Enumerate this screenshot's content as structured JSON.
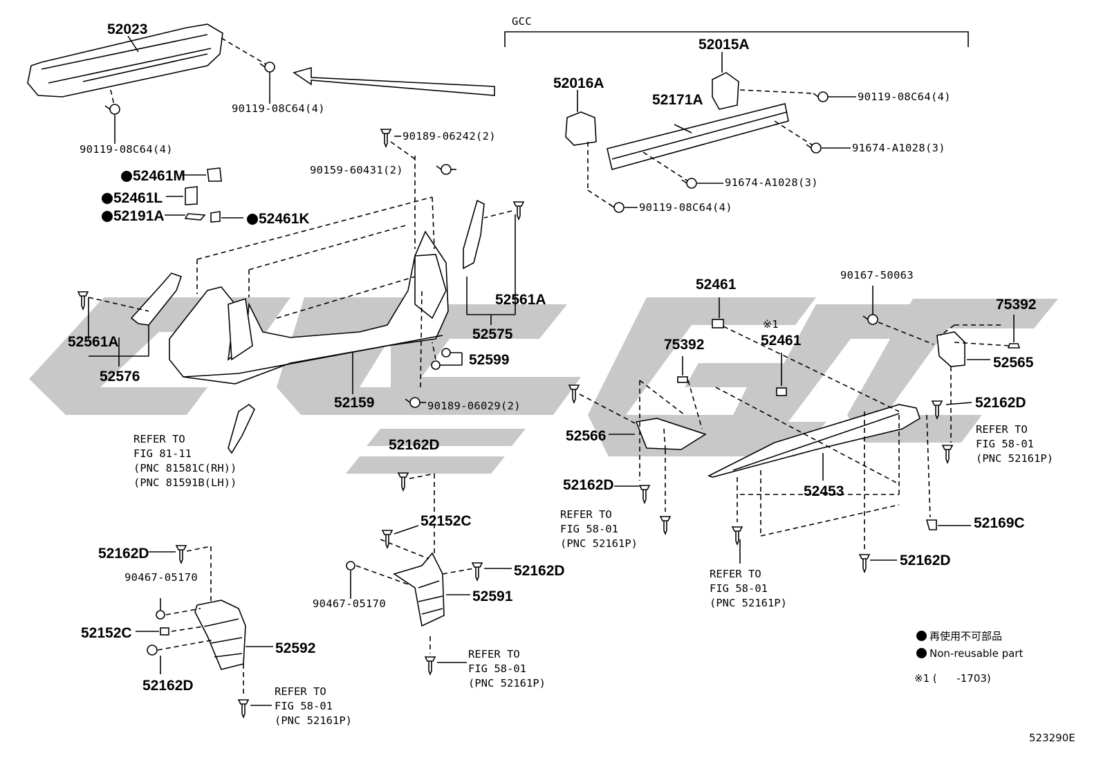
{
  "group": {
    "name": "GCC"
  },
  "parts": [
    {
      "id": "p1",
      "text": "52023"
    },
    {
      "id": "p2",
      "text": "90119-08C64(4)"
    },
    {
      "id": "p3",
      "text": "90119-08C64(4)"
    },
    {
      "id": "p4",
      "text": "52015A"
    },
    {
      "id": "p5",
      "text": "52016A"
    },
    {
      "id": "p6",
      "text": "52171A"
    },
    {
      "id": "p7",
      "text": "90119-08C64(4)"
    },
    {
      "id": "p8",
      "text": "91674-A1028(3)"
    },
    {
      "id": "p9",
      "text": "91674-A1028(3)"
    },
    {
      "id": "p10",
      "text": "90119-08C64(4)"
    },
    {
      "id": "p11",
      "text": "90189-06242(2)"
    },
    {
      "id": "p12",
      "text": "90159-60431(2)"
    },
    {
      "id": "p13",
      "text": "52461M",
      "dot": true
    },
    {
      "id": "p14",
      "text": "52461L",
      "dot": true
    },
    {
      "id": "p15",
      "text": "52191A",
      "dot": true
    },
    {
      "id": "p16",
      "text": "52461K",
      "dot": true
    },
    {
      "id": "p17",
      "text": "52561A"
    },
    {
      "id": "p18",
      "text": "52561A"
    },
    {
      "id": "p19",
      "text": "52575"
    },
    {
      "id": "p20",
      "text": "52576"
    },
    {
      "id": "p21",
      "text": "52599"
    },
    {
      "id": "p22",
      "text": "52159"
    },
    {
      "id": "p23",
      "text": "90189-06029(2)"
    },
    {
      "id": "p24",
      "text": "52162D"
    },
    {
      "id": "p25",
      "text": "52152C"
    },
    {
      "id": "p26",
      "text": "52162D"
    },
    {
      "id": "p27",
      "text": "52591"
    },
    {
      "id": "p28",
      "text": "90467-05170"
    },
    {
      "id": "p29",
      "text": "52162D"
    },
    {
      "id": "p30",
      "text": "90467-05170"
    },
    {
      "id": "p31",
      "text": "52152C"
    },
    {
      "id": "p32",
      "text": "52592"
    },
    {
      "id": "p33",
      "text": "52162D"
    },
    {
      "id": "p34",
      "text": "52461"
    },
    {
      "id": "p35",
      "text": "※1"
    },
    {
      "id": "p36",
      "text": "52461"
    },
    {
      "id": "p37",
      "text": "75392"
    },
    {
      "id": "p38",
      "text": "90167-50063"
    },
    {
      "id": "p39",
      "text": "75392"
    },
    {
      "id": "p40",
      "text": "52565"
    },
    {
      "id": "p41",
      "text": "52162D"
    },
    {
      "id": "p42",
      "text": "52566"
    },
    {
      "id": "p43",
      "text": "52162D"
    },
    {
      "id": "p44",
      "text": "52453"
    },
    {
      "id": "p45",
      "text": "52169C"
    },
    {
      "id": "p46",
      "text": "52162D"
    }
  ],
  "references": [
    {
      "id": "r1",
      "lines": [
        "REFER TO",
        "FIG 81-11",
        "(PNC 81581C(RH))",
        "(PNC 81591B(LH))"
      ]
    },
    {
      "id": "r2",
      "lines": [
        "REFER TO",
        "FIG 58-01",
        "(PNC 52161P)"
      ]
    },
    {
      "id": "r3",
      "lines": [
        "REFER TO",
        "FIG 58-01",
        "(PNC 52161P)"
      ]
    },
    {
      "id": "r4",
      "lines": [
        "REFER TO",
        "FIG 58-01",
        "(PNC 52161P)"
      ]
    },
    {
      "id": "r5",
      "lines": [
        "REFER TO",
        "FIG 58-01",
        "(PNC 52161P)"
      ]
    },
    {
      "id": "r6",
      "lines": [
        "REFER TO",
        "FIG 58-01",
        "(PNC 52161P)"
      ]
    }
  ],
  "legend": {
    "jp": "再使用不可部品",
    "en": "Non-reusable part",
    "note": "※1 (      -1703)"
  },
  "figure_code": "523290E",
  "colors": {
    "watermark": "#c8c8c8",
    "line": "#000000",
    "background": "#ffffff"
  }
}
